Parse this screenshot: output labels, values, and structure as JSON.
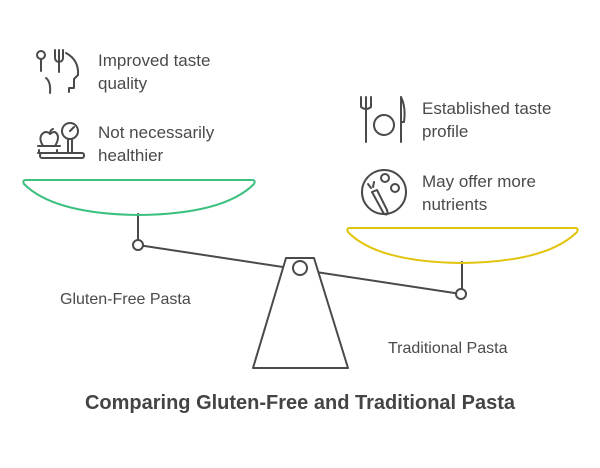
{
  "title": "Comparing Gluten-Free and Traditional Pasta",
  "left": {
    "label": "Gluten-Free Pasta",
    "color": "#3cc07f",
    "items": [
      {
        "icon": "taste-head-icon",
        "text": "Improved taste quality"
      },
      {
        "icon": "scale-apple-icon",
        "text": "Not necessarily healthier"
      }
    ]
  },
  "right": {
    "label": "Traditional Pasta",
    "color": "#e2c40e",
    "items": [
      {
        "icon": "plate-cutlery-icon",
        "text": "Established taste profile"
      },
      {
        "icon": "vegetables-icon",
        "text": "May offer more nutrients"
      }
    ]
  }
}
